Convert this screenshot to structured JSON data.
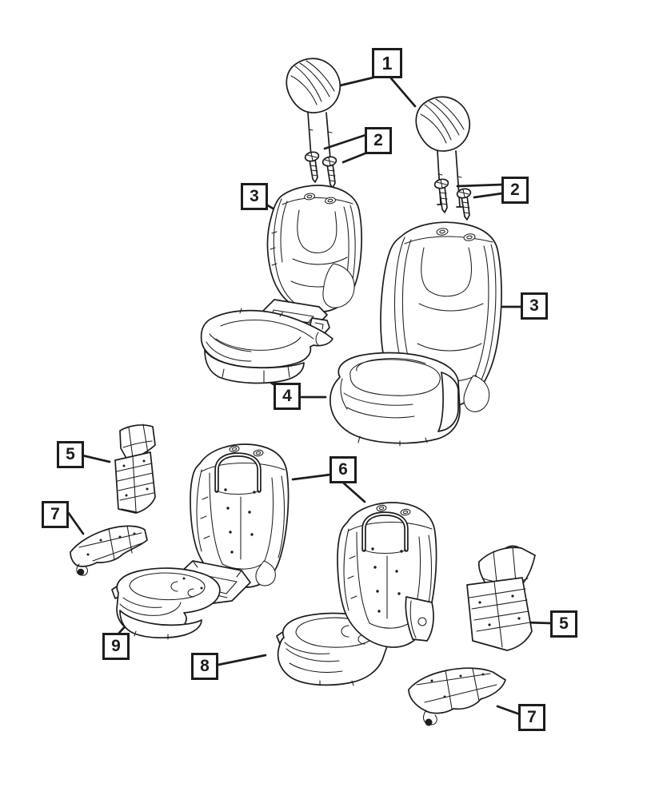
{
  "page": {
    "background": "#ffffff",
    "line_color": "#1d1d1b"
  },
  "callouts": {
    "box1": {
      "label": "1"
    },
    "box2a": {
      "label": "2"
    },
    "box2b": {
      "label": "2"
    },
    "box3a": {
      "label": "3"
    },
    "box3b": {
      "label": "3"
    },
    "box4": {
      "label": "4"
    },
    "box5a": {
      "label": "5"
    },
    "box5b": {
      "label": "5"
    },
    "box6": {
      "label": "6"
    },
    "box7a": {
      "label": "7"
    },
    "box7b": {
      "label": "7"
    },
    "box8": {
      "label": "8"
    },
    "box9": {
      "label": "9"
    }
  }
}
